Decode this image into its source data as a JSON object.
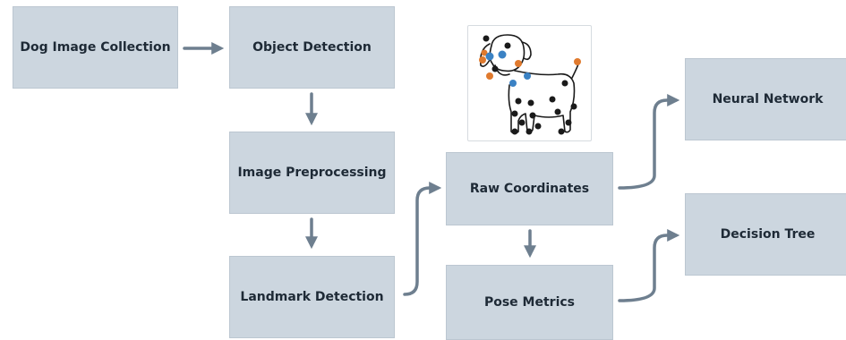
{
  "nodes": {
    "dog_image_collection": "Dog Image Collection",
    "object_detection": "Object Detection",
    "image_preprocessing": "Image Preprocessing",
    "landmark_detection": "Landmark Detection",
    "raw_coordinates": "Raw Coordinates",
    "pose_metrics": "Pose Metrics",
    "neural_network": "Neural Network",
    "decision_tree": "Decision Tree"
  },
  "colors": {
    "node_fill": "#ccd6df",
    "connector": "#6e7f8f",
    "landmark_black": "#1a1a1a",
    "landmark_orange": "#e07a2e",
    "landmark_blue": "#3b82c4"
  },
  "illustration": {
    "icon": "dog-landmark-icon"
  }
}
